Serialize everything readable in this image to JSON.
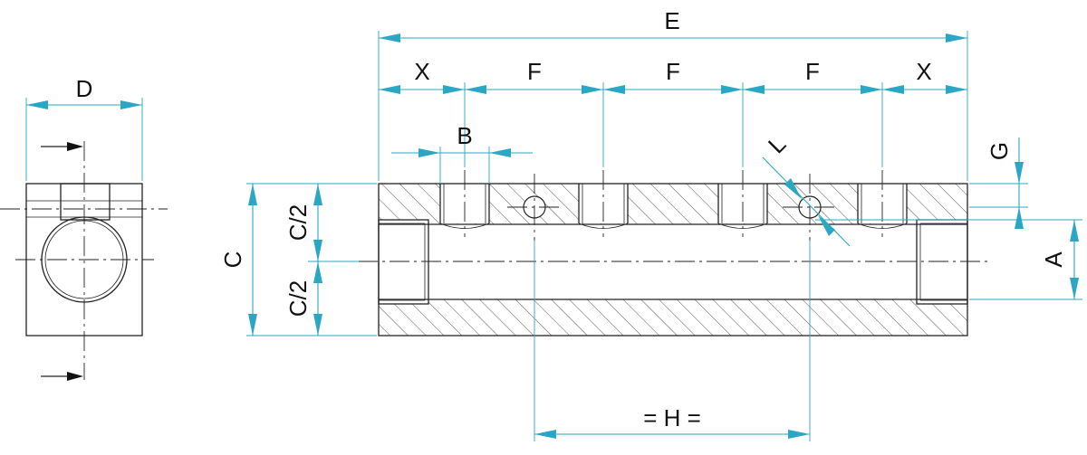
{
  "colors": {
    "dimension": "#2aa7c4",
    "outline": "#222222"
  },
  "labels": {
    "D": "D",
    "E": "E",
    "X_left": "X",
    "F1": "F",
    "F2": "F",
    "F3": "F",
    "X_right": "X",
    "B": "B",
    "L": "L",
    "G": "G",
    "C": "C",
    "C2_top": "C/2",
    "C2_bottom": "C/2",
    "A": "A",
    "H": "= H ="
  }
}
